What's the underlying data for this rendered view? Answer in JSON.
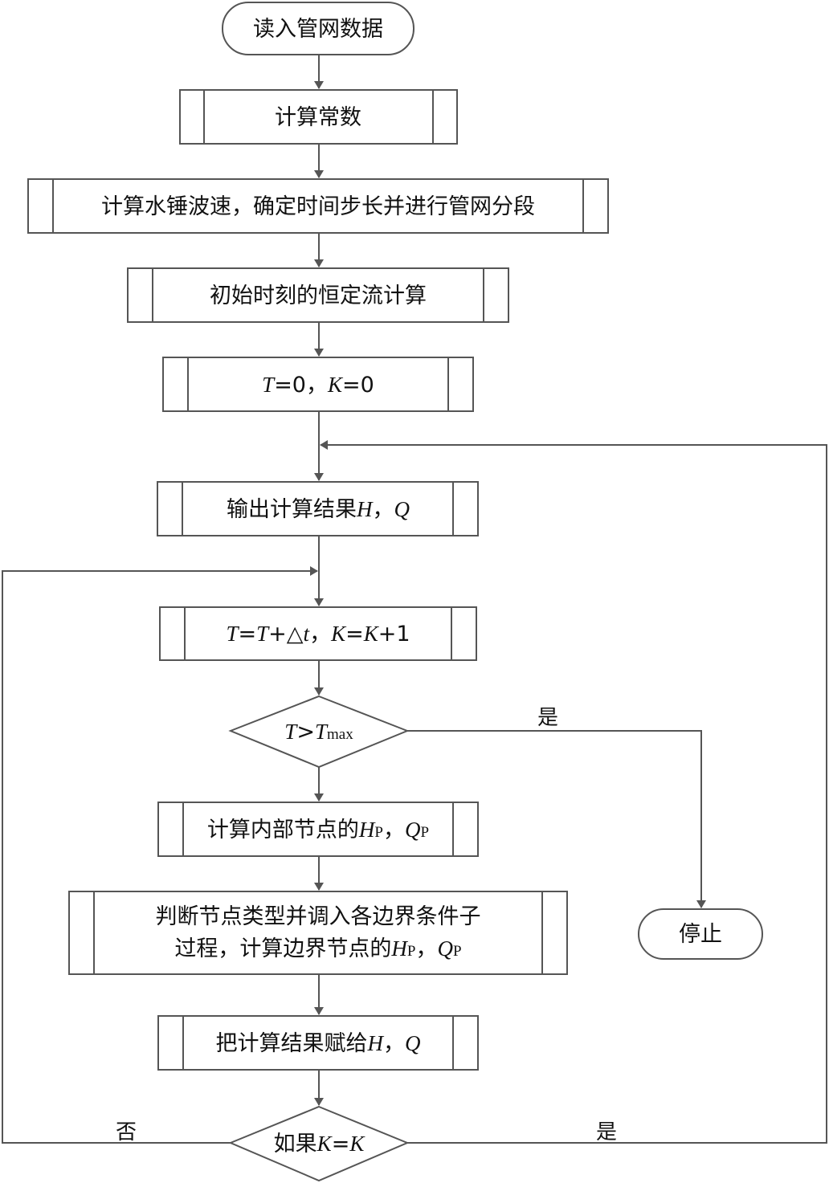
{
  "nodes": {
    "start": {
      "text": "读入管网数据"
    },
    "compute_constants": {
      "text": "计算常数"
    },
    "wave_speed": {
      "text": "计算水锤波速，确定时间步长并进行管网分段"
    },
    "initial_steady": {
      "text": "初始时刻的恒定流计算"
    },
    "init_tk": {
      "t": "T",
      "eq1": "=0，",
      "k": "K",
      "eq2": "=0"
    },
    "output_results": {
      "text": "输出计算结果",
      "h": "H",
      "comma": "，",
      "q": "Q"
    },
    "increment": {
      "t1": "T",
      "eq1": "=",
      "t2": "T",
      "plus": "+△",
      "dt": "t",
      "comma": "，",
      "k1": "K",
      "eq2": "=",
      "k2": "K",
      "plus1": "+1"
    },
    "cond_tmax": {
      "t": "T",
      "gt": ">",
      "tmax": "T",
      "sub": "max"
    },
    "internal_nodes": {
      "text": "计算内部节点的",
      "h": "H",
      "hsub": "P",
      "comma": "，",
      "q": "Q",
      "qsub": "P"
    },
    "boundary": {
      "line1": "判断节点类型并调入各边界条件子",
      "line2": "过程，计算边界节点的",
      "h": "H",
      "hsub": "P",
      "comma": "，",
      "q": "Q",
      "qsub": "P"
    },
    "assign_results": {
      "text": "把计算结果赋给",
      "h": "H",
      "comma": "，",
      "q": "Q"
    },
    "cond_k": {
      "text": "如果",
      "k1": "K",
      "eq": "=",
      "k2": "K"
    },
    "stop": {
      "text": "停止"
    }
  },
  "edge_labels": {
    "tmax_yes": "是",
    "k_no": "否",
    "k_yes": "是"
  },
  "colors": {
    "stroke": "#555555",
    "text": "#111111",
    "background": "#ffffff"
  }
}
